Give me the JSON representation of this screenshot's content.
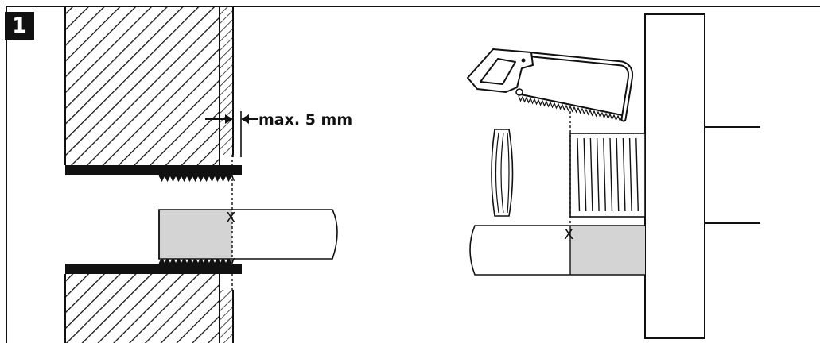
{
  "step": {
    "number": "1"
  },
  "dimension": {
    "label": "max. 5 mm"
  },
  "marks": {
    "left": "X",
    "right": "X"
  },
  "colors": {
    "line": "#111111",
    "fill_grey": "#d4d4d4",
    "background": "#ffffff"
  },
  "icons": [
    "hatched-wall-icon",
    "pipe-sleeve-icon",
    "hacksaw-icon",
    "flange-plate-icon"
  ]
}
